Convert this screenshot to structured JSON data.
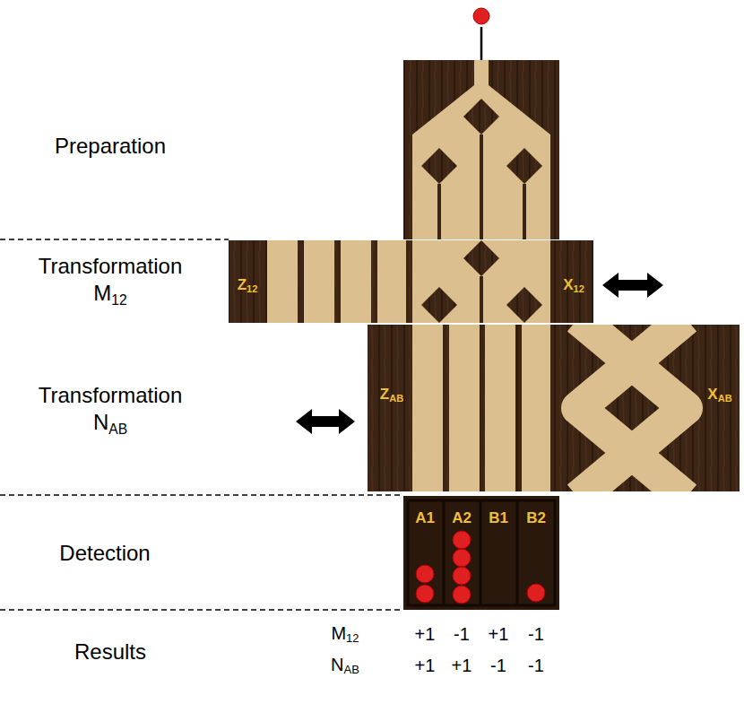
{
  "diagram": {
    "labels": [
      "Preparation",
      "Transformation M12",
      "Z12",
      "X12",
      "Transformation NAB",
      "ZAB",
      "XAB",
      "Detection",
      "A1",
      "A2",
      "B1",
      "B2",
      "Results",
      "M12",
      "+1",
      "-1",
      "+1",
      "-1",
      "NAB",
      "+1",
      "+1",
      "-1",
      "-1"
    ]
  }
}
